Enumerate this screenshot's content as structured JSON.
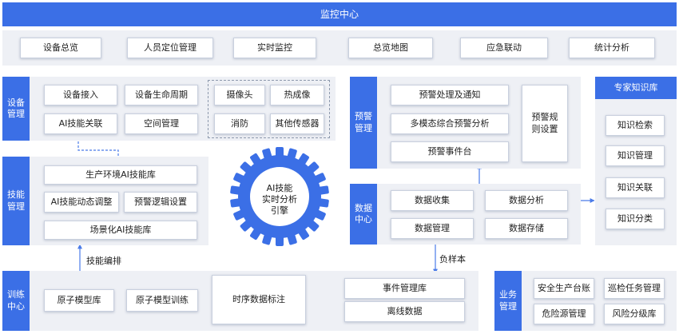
{
  "header": {
    "title": "监控中心"
  },
  "top_row": [
    "设备总览",
    "人员定位管理",
    "实时监控",
    "总览地图",
    "应急联动",
    "统计分析"
  ],
  "device": {
    "title": "设备管理",
    "items": [
      "设备接入",
      "设备生命周期",
      "AI技能关联",
      "空间管理"
    ],
    "sensors": [
      "摄像头",
      "热成像",
      "消防",
      "其他传感器"
    ]
  },
  "skill": {
    "title": "技能管理",
    "items": [
      "生产环境AI技能库",
      "AI技能动态调整",
      "预警逻辑设置",
      "场景化AI技能库"
    ]
  },
  "engine": {
    "line1": "AI技能",
    "line2": "实时分析",
    "line3": "引擎"
  },
  "warning": {
    "title": "预警管理",
    "items": [
      "预警处理及通知",
      "多模态综合预警分析",
      "预警事件台"
    ],
    "rules": "预警规则设置"
  },
  "data_center": {
    "title": "数据中心",
    "items": [
      "数据收集",
      "数据分析",
      "数据管理",
      "数据存储"
    ]
  },
  "knowledge": {
    "title": "专家知识库",
    "items": [
      "知识检索",
      "知识管理",
      "知识关联",
      "知识分类"
    ]
  },
  "training": {
    "title": "训练中心",
    "items": [
      "原子模型库",
      "原子模型训练",
      "时序数据标注",
      "事件管理库",
      "离线数据"
    ]
  },
  "business": {
    "title": "业务管理",
    "items": [
      "安全生产台账",
      "巡检任务管理",
      "危险源管理",
      "风险分级库"
    ]
  },
  "labels": {
    "skill_orchestration": "技能编排",
    "negative_samples": "负样本"
  },
  "colors": {
    "primary": "#3b6fe6",
    "panel": "#eef0f5",
    "arrow": "#4a7be8"
  }
}
